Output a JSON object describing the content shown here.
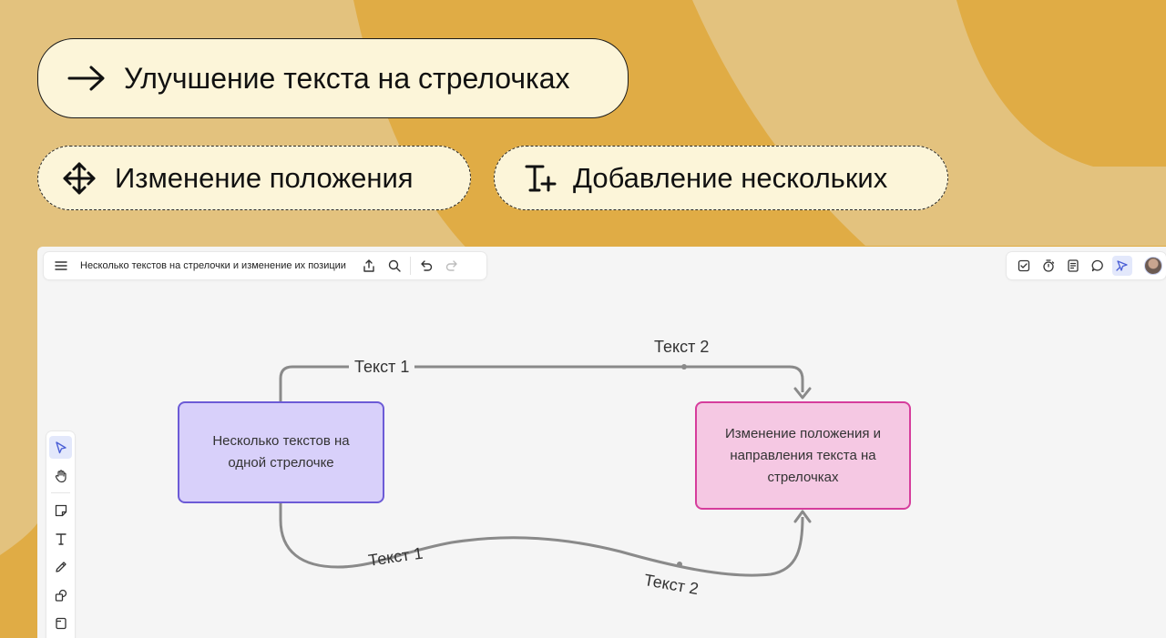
{
  "pills": {
    "main": "Улучшение текста на стрелочках",
    "move": "Изменение положения",
    "add": "Добавление нескольких"
  },
  "icons": {
    "arrow": "arrow-right-icon",
    "move": "move-arrows-icon",
    "text_add": "text-plus-icon",
    "menu": "menu-icon",
    "export": "export-icon",
    "search": "search-icon",
    "undo": "undo-icon",
    "redo": "redo-icon",
    "checkbox": "checkbox-icon",
    "timer": "timer-icon",
    "notes": "notes-icon",
    "comment": "comment-icon",
    "cursor": "cursor-icon",
    "hand": "hand-icon",
    "sticky": "sticky-note-icon",
    "text": "text-icon",
    "pen": "pen-icon",
    "shapes": "shapes-icon",
    "frame": "frame-icon"
  },
  "toolbar": {
    "board_title": "Несколько текстов на стрелочки и изменение их позиции"
  },
  "diagram": {
    "node_left": "Несколько текстов на одной стрелочке",
    "node_right": "Изменение положения и направления текста на стрелочках",
    "labels": {
      "top_1": "Текст 1",
      "top_2": "Текст 2",
      "bottom_1": "Текст 1",
      "bottom_2": "Текст 2"
    }
  },
  "colors": {
    "background": "#e3c27e",
    "accent_orange": "#e0ac45",
    "pill_fill": "#fcf5d9",
    "node_left_fill": "#d8d0fa",
    "node_left_border": "#6c5bd6",
    "node_right_fill": "#f5c8e3",
    "node_right_border": "#d63d9c",
    "connector": "#8a8a8a",
    "active_tool": "#e3e8fb"
  }
}
